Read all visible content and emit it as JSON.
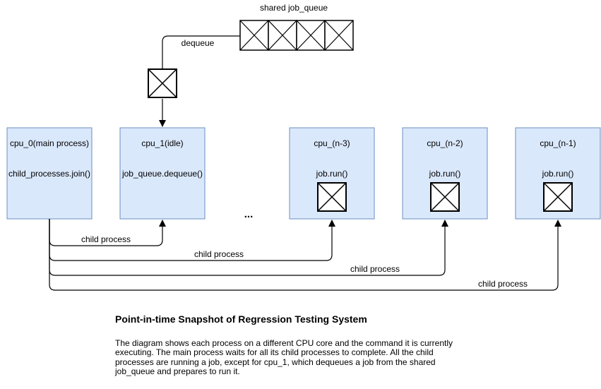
{
  "queue": {
    "label": "shared job_queue",
    "dequeue_label": "dequeue",
    "cell_count": 4
  },
  "cpus": [
    {
      "name": "cpu_0(main process)",
      "command": "child_processes.join()",
      "has_job": false
    },
    {
      "name": "cpu_1(idle)",
      "command": "job_queue.dequeue()",
      "has_job": false
    },
    {
      "name": "cpu_(n-3)",
      "command": "job.run()",
      "has_job": true
    },
    {
      "name": "cpu_(n-2)",
      "command": "job.run()",
      "has_job": true
    },
    {
      "name": "cpu_(n-1)",
      "command": "job.run()",
      "has_job": true
    }
  ],
  "ellipsis": "...",
  "edges": {
    "labels": [
      "child process",
      "child process",
      "child process",
      "child process"
    ]
  },
  "caption": {
    "title": "Point-in-time Snapshot of Regression Testing System",
    "body_lines": [
      "The diagram shows each process on a different CPU core and the command it is currently",
      "executing. The main process waits for all its child processes to complete. All the child",
      "processes are running a job, except for cpu_1, which dequeues a job from the shared",
      "job_queue and prepares to run it."
    ]
  },
  "colors": {
    "cpu_fill": "#dae8fc",
    "cpu_border": "#6c8ebf",
    "line": "#000000",
    "background": "#ffffff"
  }
}
